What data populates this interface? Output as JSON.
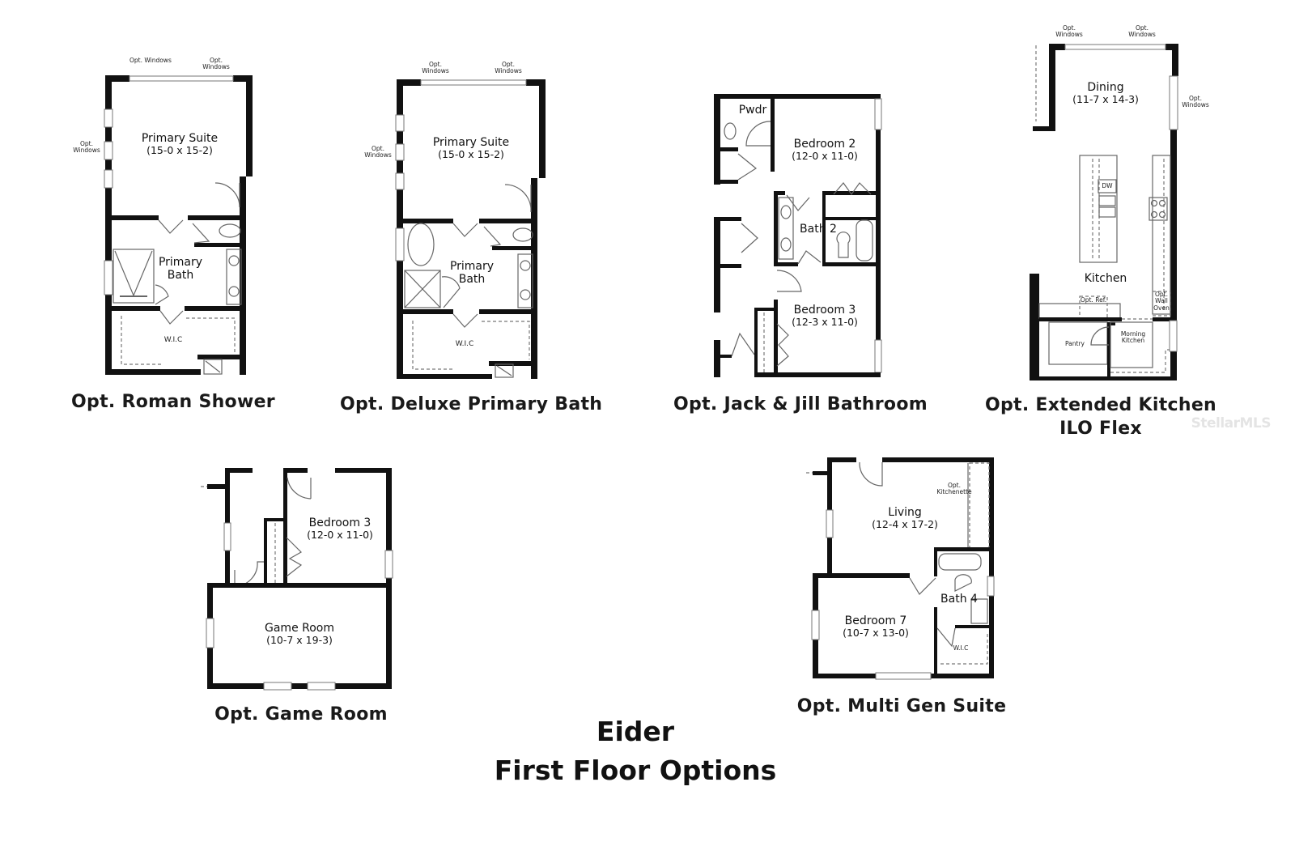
{
  "title": {
    "line1": "Eider",
    "line2": "First Floor Options"
  },
  "watermark": "StellarMLS",
  "colors": {
    "wall": "#111111",
    "fixture_line": "#666666",
    "background": "#ffffff",
    "watermark": "#e4e4e4"
  },
  "plans": [
    {
      "caption": "Opt. Roman Shower",
      "labels": {
        "opt_windows_top_left": "Opt. Windows",
        "opt_windows_top_right": "Opt. Windows",
        "opt_windows_side": "Opt. Windows",
        "room1_name": "Primary Suite",
        "room1_dim": "(15-0 x 15-2)",
        "room2_name": "Primary Bath",
        "room3_name": "W.I.C"
      }
    },
    {
      "caption": "Opt. Deluxe Primary Bath",
      "labels": {
        "opt_windows_top_left": "Opt. Windows",
        "opt_windows_top_right": "Opt. Windows",
        "opt_windows_side": "Opt. Windows",
        "room1_name": "Primary Suite",
        "room1_dim": "(15-0 x 15-2)",
        "room2_name": "Primary Bath",
        "room3_name": "W.I.C"
      }
    },
    {
      "caption": "Opt. Jack & Jill Bathroom",
      "labels": {
        "powder": "Pwdr",
        "room1_name": "Bedroom 2",
        "room1_dim": "(12-0 x 11-0)",
        "room2_name": "Bath 2",
        "room3_name": "Bedroom 3",
        "room3_dim": "(12-3 x 11-0)"
      }
    },
    {
      "caption_line1": "Opt. Extended Kitchen",
      "caption_line2": "ILO Flex",
      "labels": {
        "opt_windows_top_left": "Opt. Windows",
        "opt_windows_top_right": "Opt. Windows",
        "opt_windows_side": "Opt. Windows",
        "room1_name": "Dining",
        "room1_dim": "(11-7 x 14-3)",
        "dishwasher": "DW",
        "room2_name": "Kitchen",
        "opt_ref": "Opt. Ref.",
        "opt_wall_oven": "Opt. Wall Oven",
        "pantry": "Pantry",
        "morning_kitchen": "Morning Kitchen"
      }
    },
    {
      "caption": "Opt. Game Room",
      "labels": {
        "room1_name": "Bedroom 3",
        "room1_dim": "(12-0 x 11-0)",
        "room2_name": "Game Room",
        "room2_dim": "(10-7 x 19-3)"
      }
    },
    {
      "caption": "Opt. Multi Gen Suite",
      "labels": {
        "opt_kitchenette": "Opt. Kitchenette",
        "room1_name": "Living",
        "room1_dim": "(12-4 x 17-2)",
        "room2_name": "Bath 4",
        "room3_name": "Bedroom 7",
        "room3_dim": "(10-7 x 13-0)",
        "room4_name": "W.I.C"
      }
    }
  ]
}
